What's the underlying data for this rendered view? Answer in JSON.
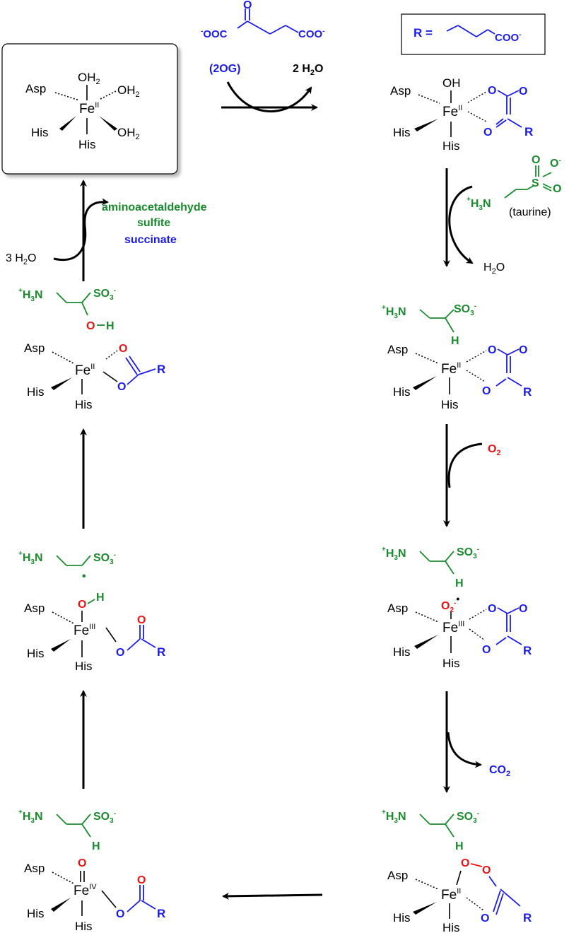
{
  "reagents": {
    "og_left_anion": "OOC",
    "og_right_anion": "COO",
    "og_carbonyl_o": "O",
    "og_abbrev": "(2OG)",
    "water_released": "2 H",
    "water_o": "O",
    "r_label": "R =",
    "r_group": "COO",
    "taurine_label": "(taurine)",
    "water_product": "H",
    "o2": "O",
    "co2": "CO",
    "water_in": "3 H",
    "products": [
      "aminoacetaldehyde",
      "sulfite",
      "succinate"
    ]
  },
  "atoms": {
    "asp": "Asp",
    "his": "His",
    "fe": "Fe",
    "oh2": "OH",
    "oh": "OH",
    "o": "O",
    "r": "R",
    "h": "H",
    "n": "N",
    "s": "S",
    "so3": "SO",
    "h3n_h": "H",
    "ox2": "II",
    "ox3": "III",
    "ox4": "IV",
    "plus": "+",
    "minus": "-",
    "sub2": "2",
    "sub3": "3",
    "radical": "•"
  }
}
